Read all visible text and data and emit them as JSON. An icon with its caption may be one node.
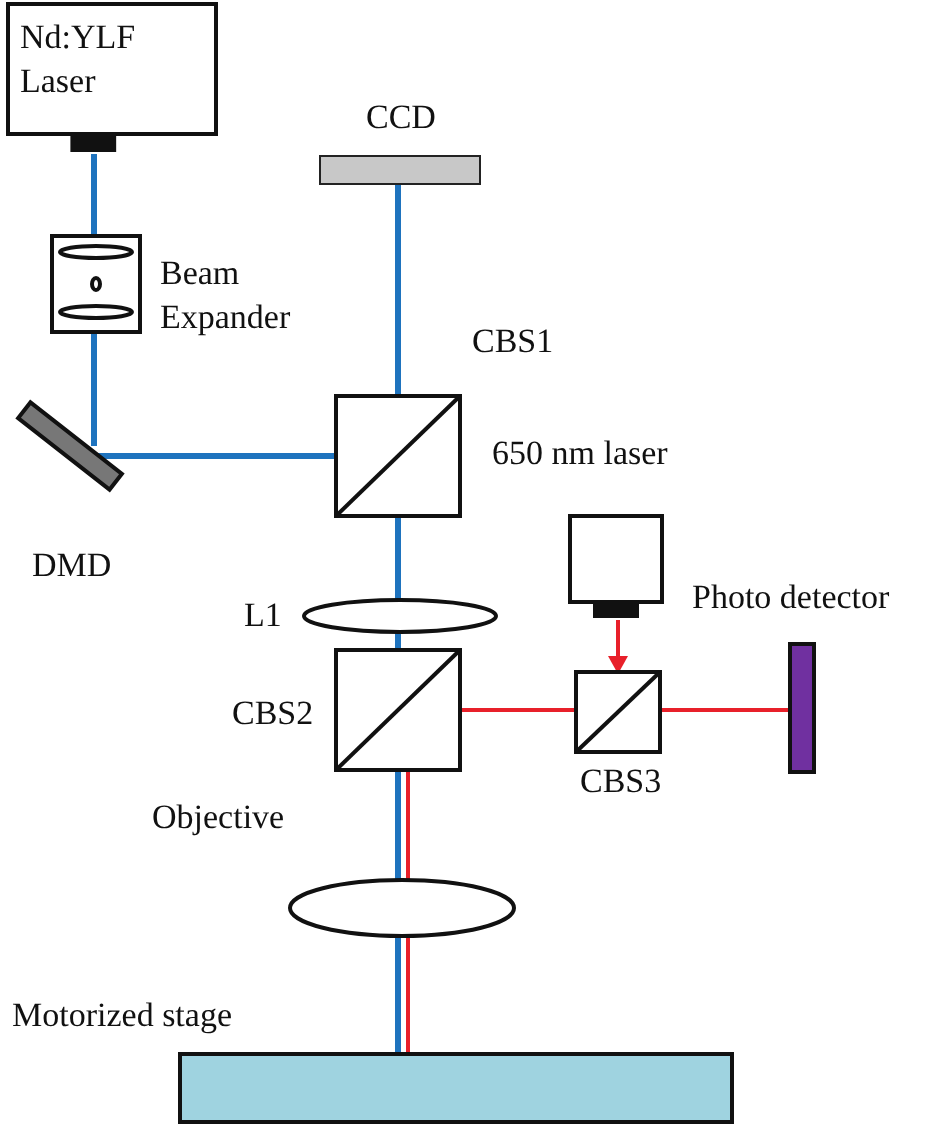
{
  "diagram": {
    "nodes": [
      {
        "text": [
          "Nd:YLF Laser"
        ]
      },
      {
        "text": [
          "Beam Expander"
        ]
      },
      {
        "text": [
          "DMD"
        ]
      },
      {
        "text": [
          "CCD"
        ]
      },
      {
        "text": [
          "CBS1"
        ]
      },
      {
        "text": [
          "650 nm laser"
        ]
      },
      {
        "text": [
          "L1"
        ]
      },
      {
        "text": [
          "Photo detector"
        ]
      },
      {
        "text": [
          "CBS2"
        ]
      },
      {
        "text": [
          "CBS3"
        ]
      },
      {
        "text": [
          "Objective"
        ]
      },
      {
        "text": [
          "Motorized stage"
        ]
      }
    ],
    "edges": [
      {
        "from": 0,
        "to": 1,
        "arrow": "none"
      },
      {
        "from": 1,
        "to": 2,
        "arrow": "none"
      },
      {
        "from": 2,
        "to": 4,
        "arrow": "none"
      },
      {
        "from": 4,
        "to": 3,
        "arrow": "none"
      },
      {
        "from": 4,
        "to": 6,
        "arrow": "none"
      },
      {
        "from": 6,
        "to": 8,
        "arrow": "none"
      },
      {
        "from": 8,
        "to": 10,
        "arrow": "none"
      },
      {
        "from": 10,
        "to": 11,
        "arrow": "none"
      },
      {
        "from": 5,
        "to": 9,
        "arrow": "to",
        "color": "#e8202a"
      },
      {
        "from": 9,
        "to": 8,
        "arrow": "none",
        "color": "#e8202a"
      },
      {
        "from": 9,
        "to": 7,
        "arrow": "none",
        "color": "#e8202a"
      },
      {
        "from": 8,
        "to": 10,
        "arrow": "none",
        "color": "#e8202a"
      },
      {
        "from": 10,
        "to": 11,
        "arrow": "none",
        "color": "#e8202a"
      }
    ]
  }
}
